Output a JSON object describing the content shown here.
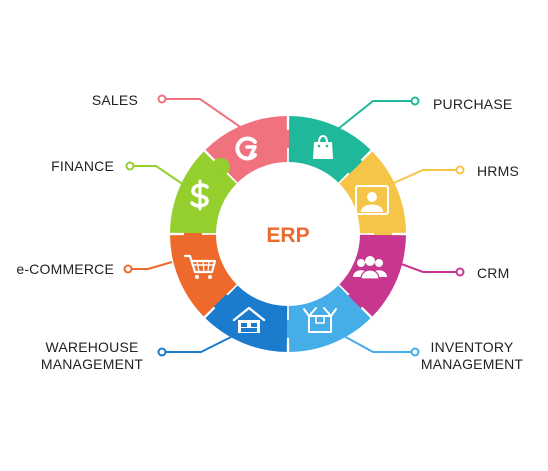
{
  "center": {
    "label": "ERP"
  },
  "modules": [
    {
      "key": "sales",
      "label": "SALES",
      "color": "#f0727f",
      "icon": "google-g-icon"
    },
    {
      "key": "purchase",
      "label": "PURCHASE",
      "color": "#1fb89a",
      "icon": "shopping-bag-icon"
    },
    {
      "key": "hrms",
      "label": "HRMS",
      "color": "#f6c447",
      "icon": "user-icon"
    },
    {
      "key": "crm",
      "label": "CRM",
      "color": "#c8378f",
      "icon": "users-group-icon"
    },
    {
      "key": "inventory",
      "label": [
        "INVENTORY",
        "MANAGEMENT"
      ],
      "color": "#45aee8",
      "icon": "open-box-icon"
    },
    {
      "key": "warehouse",
      "label": [
        "WAREHOUSE",
        "MANAGEMENT"
      ],
      "color": "#1b7ccd",
      "icon": "warehouse-icon"
    },
    {
      "key": "ecommerce",
      "label": "e-COMMERCE",
      "color": "#ee6a2c",
      "icon": "shopping-cart-icon"
    },
    {
      "key": "finance",
      "label": "FINANCE",
      "color": "#94cf2d",
      "icon": "dollar-icon"
    }
  ]
}
